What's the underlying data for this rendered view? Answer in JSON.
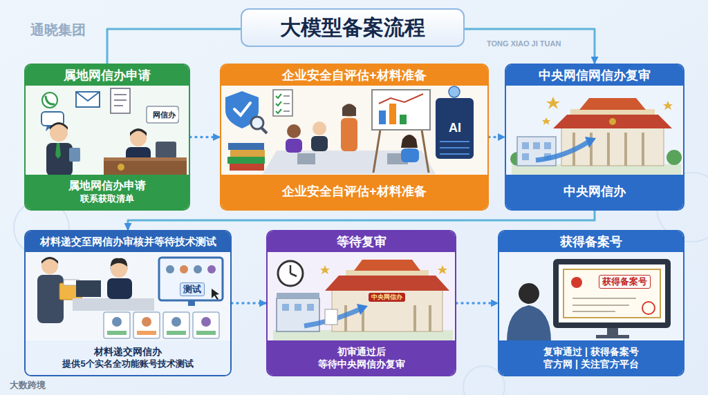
{
  "diagram": {
    "title": "大模型备案流程",
    "nodes": [
      {
        "text": [
          "属地网信办申请",
          "属地网信办申请",
          "联系获取清单"
        ]
      },
      {
        "text": [
          "企业安全自评估+材料准备",
          "企业安全自评估+材料准备"
        ]
      },
      {
        "text": [
          "中央网信网信办复审",
          "中央网信办"
        ]
      },
      {
        "text": [
          "材料递交至网信办审核并等待技术测试",
          "材料递交网信办",
          "提供5个实名全功能账号技术测试"
        ]
      },
      {
        "text": [
          "等待复审",
          "初审通过后",
          "等待中央网信办复审"
        ]
      },
      {
        "text": [
          "获得备案号",
          "复审通过 | 获得备案号",
          "官方网 | 关注官方平台"
        ]
      }
    ],
    "edges": [
      {
        "from": 0,
        "to": 1,
        "arrow": "to"
      },
      {
        "from": 1,
        "to": 2,
        "arrow": "to"
      },
      {
        "from": 0,
        "to": 2,
        "arrow": "to"
      },
      {
        "from": 2,
        "to": 3,
        "arrow": "to"
      },
      {
        "from": 3,
        "to": 4,
        "arrow": "to"
      },
      {
        "from": 4,
        "to": 5,
        "arrow": "to"
      }
    ],
    "labels": [
      "网信办",
      "AI",
      "测试",
      "中央网信办",
      "获得备案号",
      "通晓集团",
      "TONG XIAO JI TUAN",
      "大数跨境"
    ]
  }
}
